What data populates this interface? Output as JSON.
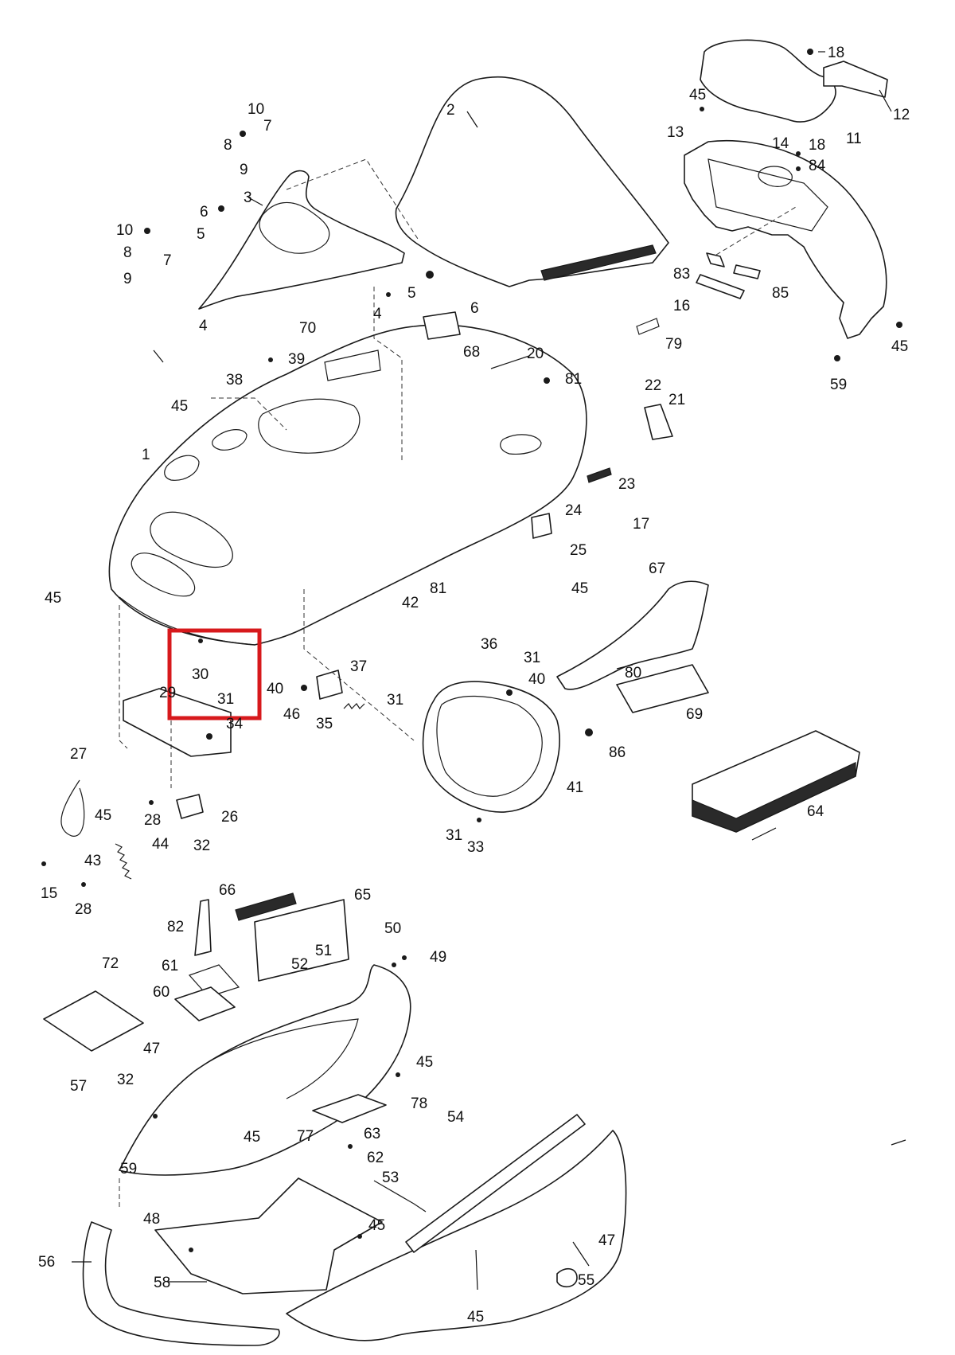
{
  "highlight": {
    "color": "#d7191c"
  },
  "labels": [
    {
      "id": "c18a",
      "text": "18"
    },
    {
      "id": "c45a",
      "text": "45"
    },
    {
      "id": "c12",
      "text": "12"
    },
    {
      "id": "c2",
      "text": "2"
    },
    {
      "id": "c13",
      "text": "13"
    },
    {
      "id": "c14",
      "text": "14"
    },
    {
      "id": "c18b",
      "text": "18"
    },
    {
      "id": "c11",
      "text": "11"
    },
    {
      "id": "c84",
      "text": "84"
    },
    {
      "id": "c10a",
      "text": "10"
    },
    {
      "id": "c7a",
      "text": "7"
    },
    {
      "id": "c8a",
      "text": "8"
    },
    {
      "id": "c9a",
      "text": "9"
    },
    {
      "id": "c6a",
      "text": "6"
    },
    {
      "id": "c3",
      "text": "3"
    },
    {
      "id": "c10b",
      "text": "10"
    },
    {
      "id": "c5a",
      "text": "5"
    },
    {
      "id": "c8b",
      "text": "8"
    },
    {
      "id": "c7b",
      "text": "7"
    },
    {
      "id": "c9b",
      "text": "9"
    },
    {
      "id": "c4a",
      "text": "4"
    },
    {
      "id": "c5b",
      "text": "5"
    },
    {
      "id": "c6b",
      "text": "6"
    },
    {
      "id": "c4b",
      "text": "4"
    },
    {
      "id": "c83",
      "text": "83"
    },
    {
      "id": "c85",
      "text": "85"
    },
    {
      "id": "c16",
      "text": "16"
    },
    {
      "id": "c70",
      "text": "70"
    },
    {
      "id": "c68",
      "text": "68"
    },
    {
      "id": "c20",
      "text": "20"
    },
    {
      "id": "c79",
      "text": "79"
    },
    {
      "id": "c45b",
      "text": "45"
    },
    {
      "id": "c59a",
      "text": "59"
    },
    {
      "id": "c39",
      "text": "39"
    },
    {
      "id": "c38",
      "text": "38"
    },
    {
      "id": "c81a",
      "text": "81"
    },
    {
      "id": "c45c",
      "text": "45"
    },
    {
      "id": "c22",
      "text": "22"
    },
    {
      "id": "c21",
      "text": "21"
    },
    {
      "id": "c1",
      "text": "1"
    },
    {
      "id": "c23",
      "text": "23"
    },
    {
      "id": "c24",
      "text": "24"
    },
    {
      "id": "c17",
      "text": "17"
    },
    {
      "id": "c25",
      "text": "25"
    },
    {
      "id": "c67",
      "text": "67"
    },
    {
      "id": "c45d",
      "text": "45"
    },
    {
      "id": "c81b",
      "text": "81"
    },
    {
      "id": "c45e",
      "text": "45"
    },
    {
      "id": "c42",
      "text": "42"
    },
    {
      "id": "c36",
      "text": "36"
    },
    {
      "id": "c37",
      "text": "37"
    },
    {
      "id": "c31a",
      "text": "31"
    },
    {
      "id": "c40a",
      "text": "40"
    },
    {
      "id": "c80",
      "text": "80"
    },
    {
      "id": "c30",
      "text": "30"
    },
    {
      "id": "c29",
      "text": "29"
    },
    {
      "id": "c31b",
      "text": "31"
    },
    {
      "id": "c40b",
      "text": "40"
    },
    {
      "id": "c46",
      "text": "46"
    },
    {
      "id": "c35",
      "text": "35"
    },
    {
      "id": "c31c",
      "text": "31"
    },
    {
      "id": "c69",
      "text": "69"
    },
    {
      "id": "c34",
      "text": "34"
    },
    {
      "id": "c86",
      "text": "86"
    },
    {
      "id": "c27",
      "text": "27"
    },
    {
      "id": "c45f",
      "text": "45"
    },
    {
      "id": "c28a",
      "text": "28"
    },
    {
      "id": "c26",
      "text": "26"
    },
    {
      "id": "c41",
      "text": "41"
    },
    {
      "id": "c64",
      "text": "64"
    },
    {
      "id": "c32a",
      "text": "32"
    },
    {
      "id": "c31d",
      "text": "31"
    },
    {
      "id": "c33",
      "text": "33"
    },
    {
      "id": "c44",
      "text": "44"
    },
    {
      "id": "c43",
      "text": "43"
    },
    {
      "id": "c15",
      "text": "15"
    },
    {
      "id": "c28b",
      "text": "28"
    },
    {
      "id": "c66",
      "text": "66"
    },
    {
      "id": "c65",
      "text": "65"
    },
    {
      "id": "c82",
      "text": "82"
    },
    {
      "id": "c50",
      "text": "50"
    },
    {
      "id": "c49",
      "text": "49"
    },
    {
      "id": "c72",
      "text": "72"
    },
    {
      "id": "c51",
      "text": "51"
    },
    {
      "id": "c52",
      "text": "52"
    },
    {
      "id": "c61",
      "text": "61"
    },
    {
      "id": "c60",
      "text": "60"
    },
    {
      "id": "c47a",
      "text": "47"
    },
    {
      "id": "c45g",
      "text": "45"
    },
    {
      "id": "c57",
      "text": "57"
    },
    {
      "id": "c32b",
      "text": "32"
    },
    {
      "id": "c78",
      "text": "78"
    },
    {
      "id": "c54",
      "text": "54"
    },
    {
      "id": "c45h",
      "text": "45"
    },
    {
      "id": "c77",
      "text": "77"
    },
    {
      "id": "c63",
      "text": "63"
    },
    {
      "id": "c59b",
      "text": "59"
    },
    {
      "id": "c62",
      "text": "62"
    },
    {
      "id": "c53",
      "text": "53"
    },
    {
      "id": "c48",
      "text": "48"
    },
    {
      "id": "c45i",
      "text": "45"
    },
    {
      "id": "c47b",
      "text": "47"
    },
    {
      "id": "c56",
      "text": "56"
    },
    {
      "id": "c58",
      "text": "58"
    },
    {
      "id": "c55",
      "text": "55"
    },
    {
      "id": "c45j",
      "text": "45"
    }
  ]
}
